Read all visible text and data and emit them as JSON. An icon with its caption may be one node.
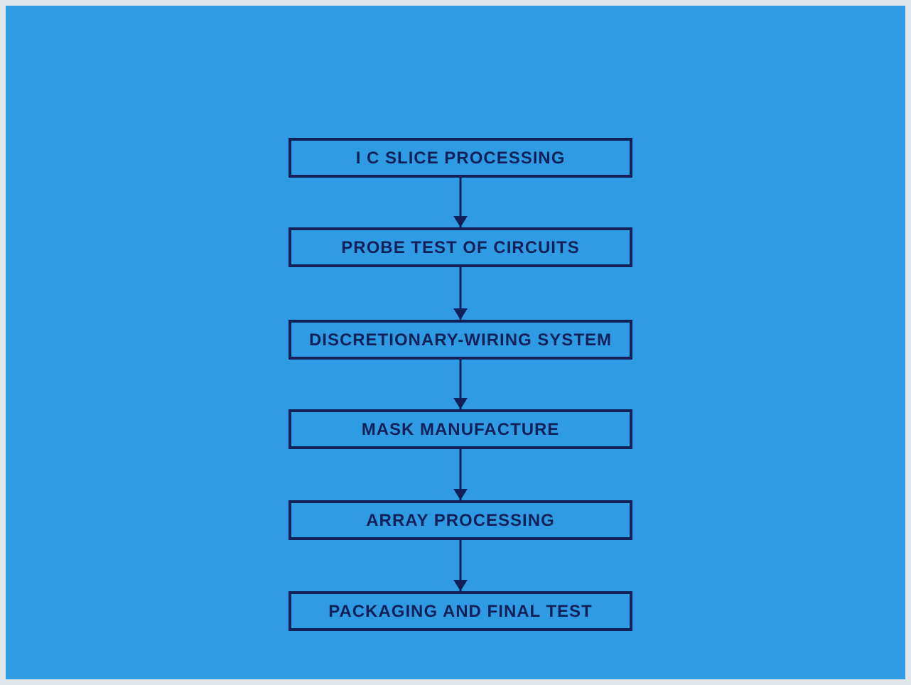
{
  "diagram": {
    "nodes": [
      {
        "text": [
          "I C SLICE PROCESSING"
        ]
      },
      {
        "text": [
          "PROBE TEST OF CIRCUITS"
        ]
      },
      {
        "text": [
          "DISCRETIONARY-WIRING SYSTEM"
        ]
      },
      {
        "text": [
          "MASK MANUFACTURE"
        ]
      },
      {
        "text": [
          "ARRAY PROCESSING"
        ]
      },
      {
        "text": [
          "PACKAGING AND FINAL TEST"
        ]
      }
    ],
    "edges": [
      {
        "from": 0,
        "to": 1,
        "arrow": "to"
      },
      {
        "from": 1,
        "to": 2,
        "arrow": "to"
      },
      {
        "from": 2,
        "to": 3,
        "arrow": "to"
      },
      {
        "from": 3,
        "to": 4,
        "arrow": "to"
      },
      {
        "from": 4,
        "to": 5,
        "arrow": "to"
      }
    ]
  }
}
